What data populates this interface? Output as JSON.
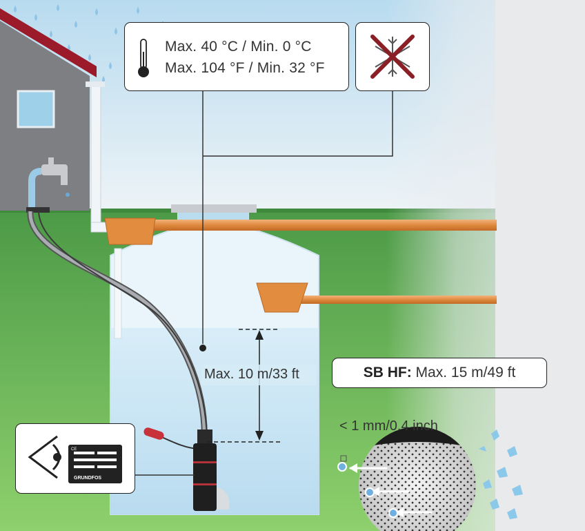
{
  "temperature": {
    "line1": "Max. 40 °C / Min. 0 °C",
    "line2": "Max. 104 °F / Min. 32 °F",
    "icon": "thermometer-icon"
  },
  "frost": {
    "icon": "no-frost-icon"
  },
  "depth": {
    "label": "Max. 10 m/33 ft"
  },
  "sb_hf": {
    "model": "SB HF:",
    "value": " Max. 15 m/49 ft"
  },
  "particle": {
    "label": "< 1 mm/0.4 inch"
  },
  "nameplate": {
    "icon": "eye-nameplate-icon",
    "brand": "GRUNDFOS",
    "mark": "CE"
  },
  "colors": {
    "pipe": "#e8954a",
    "tank": "#e4f2f8",
    "water": "#bfe0f2",
    "grass": "#5aa654"
  }
}
